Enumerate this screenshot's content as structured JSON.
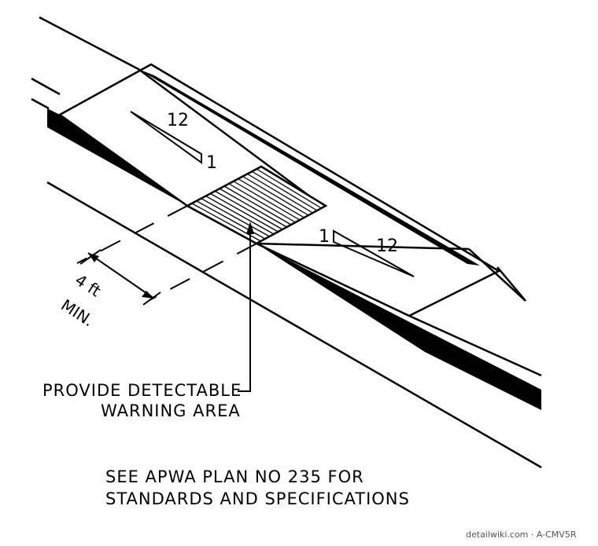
{
  "drawing": {
    "slope_upper": {
      "rise": "1",
      "run": "12"
    },
    "slope_lower": {
      "rise": "1",
      "run": "12"
    },
    "dimension": {
      "value": "4 ft",
      "qualifier": "MIN."
    },
    "callout": {
      "line1": "PROVIDE DETECTABLE",
      "line2": "WARNING AREA"
    },
    "note": {
      "line1": "SEE APWA PLAN NO 235 FOR",
      "line2": "STANDARDS AND SPECIFICATIONS"
    },
    "watermark": "detailwiki.com · A-CMV5R"
  }
}
